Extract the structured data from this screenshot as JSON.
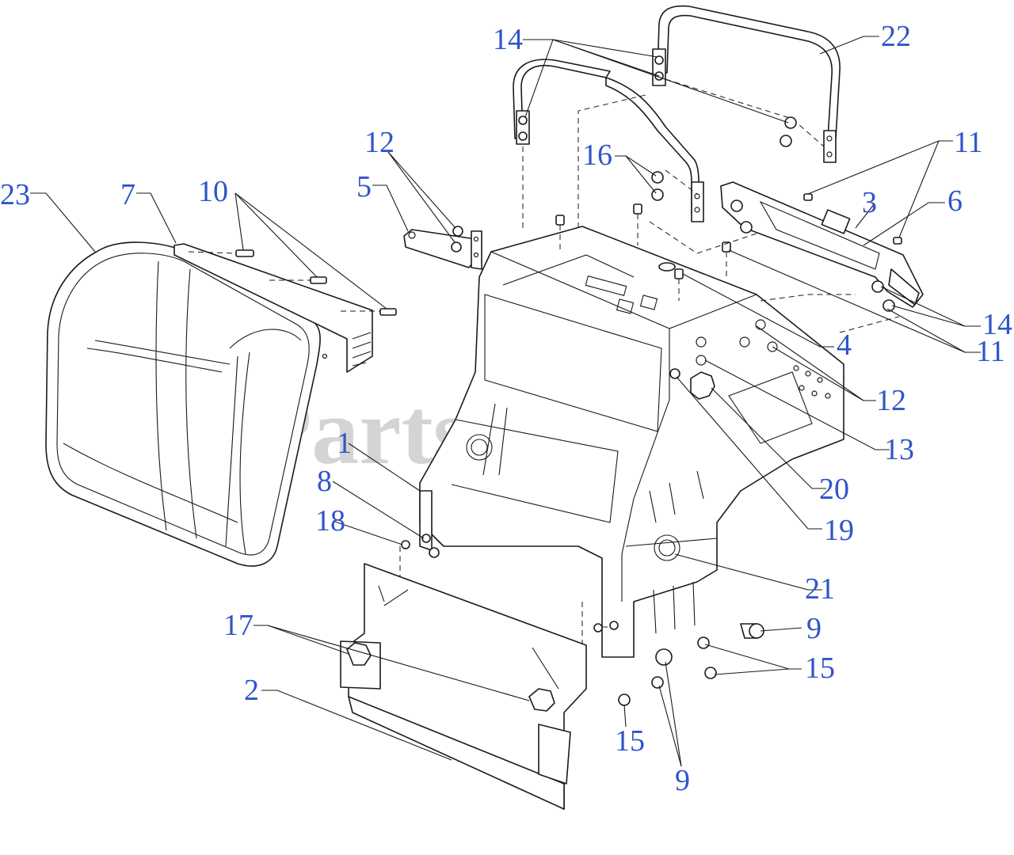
{
  "watermark": {
    "text": "PartsTree",
    "trademark": "TM",
    "color": "#d4d4d4"
  },
  "colors": {
    "callout": "#2f55c9",
    "line": "#1a1a1a"
  },
  "callouts": [
    {
      "id": "c1",
      "label": "1"
    },
    {
      "id": "c2",
      "label": "2"
    },
    {
      "id": "c3",
      "label": "3"
    },
    {
      "id": "c4",
      "label": "4"
    },
    {
      "id": "c5",
      "label": "5"
    },
    {
      "id": "c6",
      "label": "6"
    },
    {
      "id": "c7",
      "label": "7"
    },
    {
      "id": "c8",
      "label": "8"
    },
    {
      "id": "c9a",
      "label": "9"
    },
    {
      "id": "c9b",
      "label": "9"
    },
    {
      "id": "c10",
      "label": "10"
    },
    {
      "id": "c11a",
      "label": "11"
    },
    {
      "id": "c11b",
      "label": "11"
    },
    {
      "id": "c12a",
      "label": "12"
    },
    {
      "id": "c12b",
      "label": "12"
    },
    {
      "id": "c13",
      "label": "13"
    },
    {
      "id": "c14a",
      "label": "14"
    },
    {
      "id": "c14b",
      "label": "14"
    },
    {
      "id": "c15a",
      "label": "15"
    },
    {
      "id": "c15b",
      "label": "15"
    },
    {
      "id": "c16",
      "label": "16"
    },
    {
      "id": "c17",
      "label": "17"
    },
    {
      "id": "c18",
      "label": "18"
    },
    {
      "id": "c19",
      "label": "19"
    },
    {
      "id": "c20",
      "label": "20"
    },
    {
      "id": "c21",
      "label": "21"
    },
    {
      "id": "c22",
      "label": "22"
    },
    {
      "id": "c23",
      "label": "23"
    }
  ]
}
